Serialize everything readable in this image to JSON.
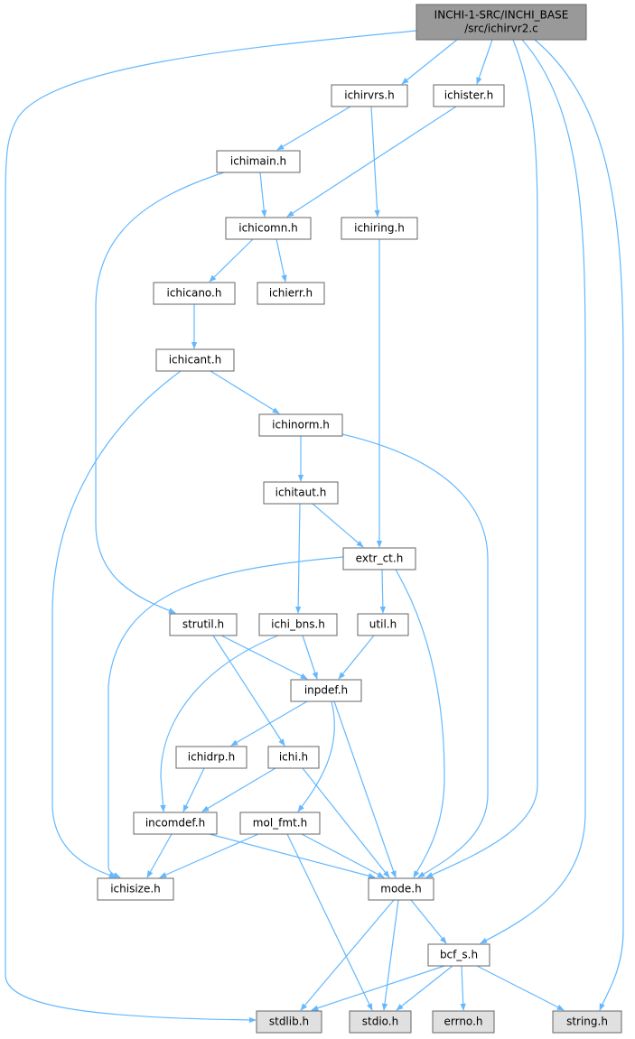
{
  "colors": {
    "edge": "#63b8ff",
    "root_fill": "#999999",
    "node_fill": "#ffffff",
    "external_fill": "#e0e0e0",
    "border": "#666666"
  },
  "root": {
    "line1": "INCHI-1-SRC/INCHI_BASE",
    "line2": "/src/ichirvr2.c"
  },
  "nodes": {
    "ichirvrs": "ichirvrs.h",
    "ichister": "ichister.h",
    "ichimain": "ichimain.h",
    "ichicomn": "ichicomn.h",
    "ichiring": "ichiring.h",
    "ichicano": "ichicano.h",
    "ichierr": "ichierr.h",
    "ichicant": "ichicant.h",
    "ichinorm": "ichinorm.h",
    "ichitaut": "ichitaut.h",
    "extr_ct": "extr_ct.h",
    "strutil": "strutil.h",
    "ichi_bns": "ichi_bns.h",
    "util": "util.h",
    "inpdef": "inpdef.h",
    "ichidrp": "ichidrp.h",
    "ichi": "ichi.h",
    "incomdef": "incomdef.h",
    "mol_fmt": "mol_fmt.h",
    "ichisize": "ichisize.h",
    "mode": "mode.h",
    "bcf_s": "bcf_s.h",
    "stdlib": "stdlib.h",
    "stdio": "stdio.h",
    "errno": "errno.h",
    "string": "string.h"
  },
  "external_nodes": [
    "stdlib",
    "stdio",
    "errno",
    "string"
  ]
}
